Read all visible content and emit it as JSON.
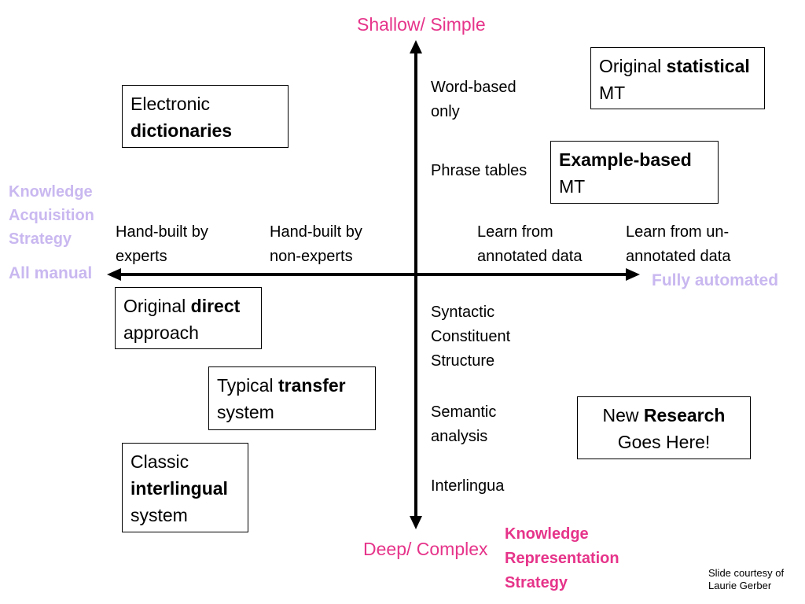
{
  "axes": {
    "top_label": "Shallow/ Simple",
    "bottom_label": "Deep/ Complex",
    "left_label": "All manual",
    "right_label": "Fully automated",
    "horizontal_title": [
      "Knowledge",
      "Acquisition",
      "Strategy"
    ],
    "vertical_title": [
      "Knowledge",
      "Representation",
      "Strategy"
    ]
  },
  "acquisition_points": [
    [
      "Hand-built by",
      "experts"
    ],
    [
      "Hand-built by",
      "non-experts"
    ],
    [
      "Learn from",
      "annotated data"
    ],
    [
      "Learn from un-",
      "annotated data"
    ]
  ],
  "representation_levels": [
    [
      "Word-based",
      "only"
    ],
    [
      "Phrase tables"
    ],
    [
      "Syntactic",
      "Constituent",
      "Structure"
    ],
    [
      "Semantic",
      "analysis"
    ],
    [
      "Interlingua"
    ]
  ],
  "boxes": {
    "electronic_dictionaries": {
      "lines": [
        [
          {
            "text": "Electronic",
            "bold": false
          }
        ],
        [
          {
            "text": "dictionaries",
            "bold": true
          }
        ]
      ]
    },
    "statistical_mt": {
      "lines": [
        [
          {
            "text": "Original ",
            "bold": false
          },
          {
            "text": "statistical",
            "bold": true
          }
        ],
        [
          {
            "text": "MT",
            "bold": false
          }
        ]
      ]
    },
    "example_based_mt": {
      "lines": [
        [
          {
            "text": "Example-based",
            "bold": true
          }
        ],
        [
          {
            "text": "MT",
            "bold": false
          }
        ]
      ]
    },
    "direct_approach": {
      "lines": [
        [
          {
            "text": "Original ",
            "bold": false
          },
          {
            "text": "direct",
            "bold": true
          }
        ],
        [
          {
            "text": "approach",
            "bold": false
          }
        ]
      ]
    },
    "transfer_system": {
      "lines": [
        [
          {
            "text": "Typical ",
            "bold": false
          },
          {
            "text": "transfer",
            "bold": true
          }
        ],
        [
          {
            "text": "system",
            "bold": false
          }
        ]
      ]
    },
    "interlingual_system": {
      "lines": [
        [
          {
            "text": "Classic",
            "bold": false
          }
        ],
        [
          {
            "text": "interlingual",
            "bold": true
          }
        ],
        [
          {
            "text": "system",
            "bold": false
          }
        ]
      ]
    },
    "new_research": {
      "lines": [
        [
          {
            "text": "New ",
            "bold": false
          },
          {
            "text": "Research",
            "bold": true
          }
        ],
        [
          {
            "text": "Goes Here!",
            "bold": false
          }
        ]
      ]
    }
  },
  "credit": [
    "Slide courtesy of",
    "Laurie Gerber"
  ],
  "colors": {
    "axis": "#000000",
    "representation_accent": "#e6348a",
    "acquisition_accent": "#c9b8f0"
  }
}
